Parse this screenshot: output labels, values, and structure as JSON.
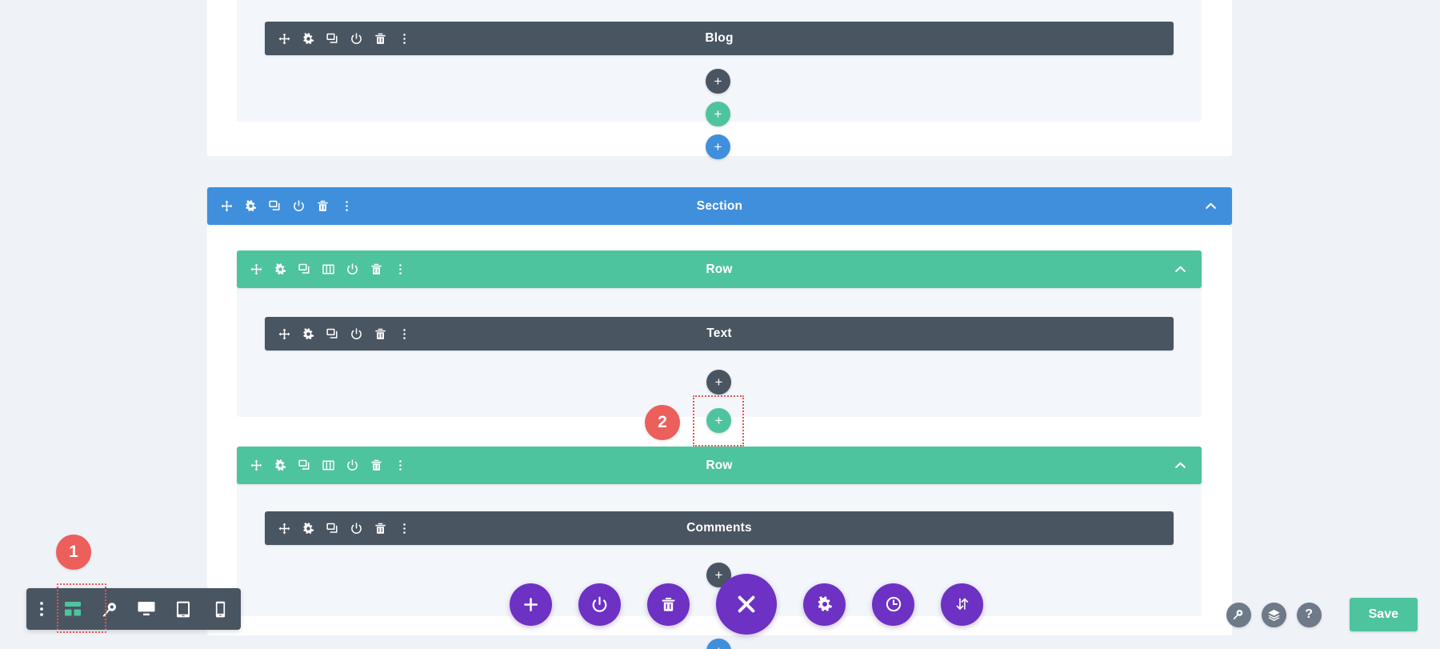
{
  "app": {
    "background_color": "#eff3f8",
    "module_bar_color": "#4a5562",
    "section_bar_color": "#3f8fdd",
    "row_bar_color": "#4ec49e",
    "accent_purple": "#6d31c4",
    "highlight_color": "#e8534f",
    "save_color": "#4ec49e"
  },
  "builder": {
    "blog_module": {
      "label": "Blog"
    },
    "section": {
      "label": "Section",
      "collapse_icon": "chevron-up-icon"
    },
    "row_one": {
      "label": "Row",
      "collapse_icon": "chevron-up-icon"
    },
    "text_module": {
      "label": "Text"
    },
    "row_two": {
      "label": "Row",
      "collapse_icon": "chevron-up-icon"
    },
    "comments_module": {
      "label": "Comments"
    },
    "module_tools": [
      "move-icon",
      "gear-icon",
      "duplicate-icon",
      "power-icon",
      "trash-icon",
      "kebab-icon"
    ],
    "row_tools": [
      "move-icon",
      "gear-icon",
      "duplicate-icon",
      "columns-icon",
      "power-icon",
      "trash-icon",
      "kebab-icon"
    ],
    "section_tools": [
      "move-icon",
      "gear-icon",
      "duplicate-icon",
      "power-icon",
      "trash-icon",
      "kebab-icon"
    ],
    "add_buttons": {
      "module": {
        "label": "+",
        "name": "add-module-button"
      },
      "row": {
        "label": "+",
        "name": "add-row-button"
      },
      "section": {
        "label": "+",
        "name": "add-section-button"
      }
    }
  },
  "annotations": [
    {
      "number": "1",
      "target": "wireframe-view-button"
    },
    {
      "number": "2",
      "target": "add-row-button"
    }
  ],
  "bottom_toolbar": {
    "items": [
      {
        "name": "drag-handle-icon",
        "label": "",
        "active": false
      },
      {
        "name": "wireframe-view-button",
        "label": "",
        "active": true
      },
      {
        "name": "zoom-out-view-button",
        "label": "",
        "active": false
      },
      {
        "name": "desktop-view-button",
        "label": "",
        "active": false
      },
      {
        "name": "tablet-view-button",
        "label": "",
        "active": false
      },
      {
        "name": "phone-view-button",
        "label": "",
        "active": false
      }
    ]
  },
  "purple_toolbar": {
    "items": [
      {
        "name": "add-section-button",
        "icon": "plus-icon"
      },
      {
        "name": "toggle-enable-button",
        "icon": "power-icon"
      },
      {
        "name": "delete-button",
        "icon": "trash-icon"
      },
      {
        "name": "close-menu-button",
        "icon": "close-x-icon"
      },
      {
        "name": "page-settings-button",
        "icon": "gear-icon"
      },
      {
        "name": "editing-history-button",
        "icon": "clock-icon"
      },
      {
        "name": "portability-button",
        "icon": "arrows-up-down-icon"
      }
    ]
  },
  "right_controls": {
    "items": [
      {
        "name": "search-button",
        "icon": "magnifier-icon"
      },
      {
        "name": "layers-button",
        "icon": "layers-icon"
      },
      {
        "name": "help-button",
        "icon": "question-mark-icon"
      }
    ],
    "save_label": "Save"
  }
}
